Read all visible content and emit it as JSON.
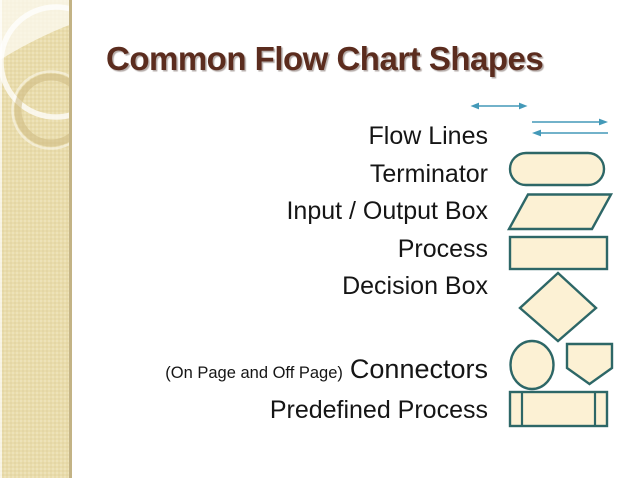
{
  "slide": {
    "title": "Common Flow Chart Shapes",
    "items": [
      "Flow Lines",
      "Terminator",
      "Input / Output Box",
      "Process",
      "Decision Box"
    ],
    "connectors_prefix": "(On Page and Off Page)",
    "connectors_label": "Connectors",
    "predefined_process": "Predefined Process"
  },
  "shape_glyphs": [
    "double-headed-arrow",
    "right-arrow",
    "left-arrow",
    "terminator-stadium",
    "input-output-parallelogram",
    "process-rectangle",
    "decision-diamond",
    "on-page-connector-circle",
    "off-page-connector-pentagon",
    "predefined-process-rectangle"
  ],
  "colors": {
    "title_brown": "#5B2C1E",
    "shape_stroke_teal": "#2D6767",
    "shape_fill_cream": "#FCF1D4",
    "arrow_blue": "#4399B8",
    "sidebar_beige": "#E9DCAB",
    "text_black": "#151515",
    "background": "#FFFFFF"
  }
}
